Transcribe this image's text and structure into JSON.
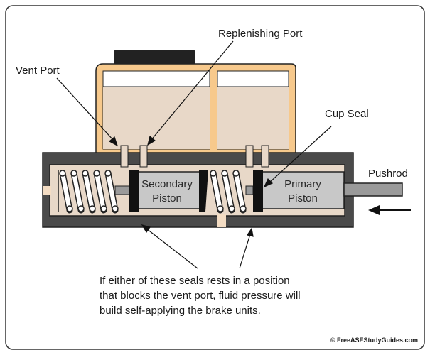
{
  "labels": {
    "replenishing_port": "Replenishing Port",
    "vent_port": "Vent Port",
    "cup_seal": "Cup Seal",
    "pushrod": "Pushrod",
    "secondary_piston_line1": "Secondary",
    "secondary_piston_line2": "Piston",
    "primary_piston_line1": "Primary",
    "primary_piston_line2": "Piston"
  },
  "caption": {
    "line1": "If either of these seals rests in a position",
    "line2": "that blocks the vent port, fluid pressure will",
    "line3": "build self-applying the brake units."
  },
  "credit": "© FreeASEStudyGuides.com",
  "colors": {
    "reservoir_fill": "#f7c98c",
    "fluid": "#e8d8c8",
    "housing": "#4a4a4a",
    "piston": "#c8c8c8",
    "seal": "#111111",
    "passage": "#f3dcc3"
  }
}
